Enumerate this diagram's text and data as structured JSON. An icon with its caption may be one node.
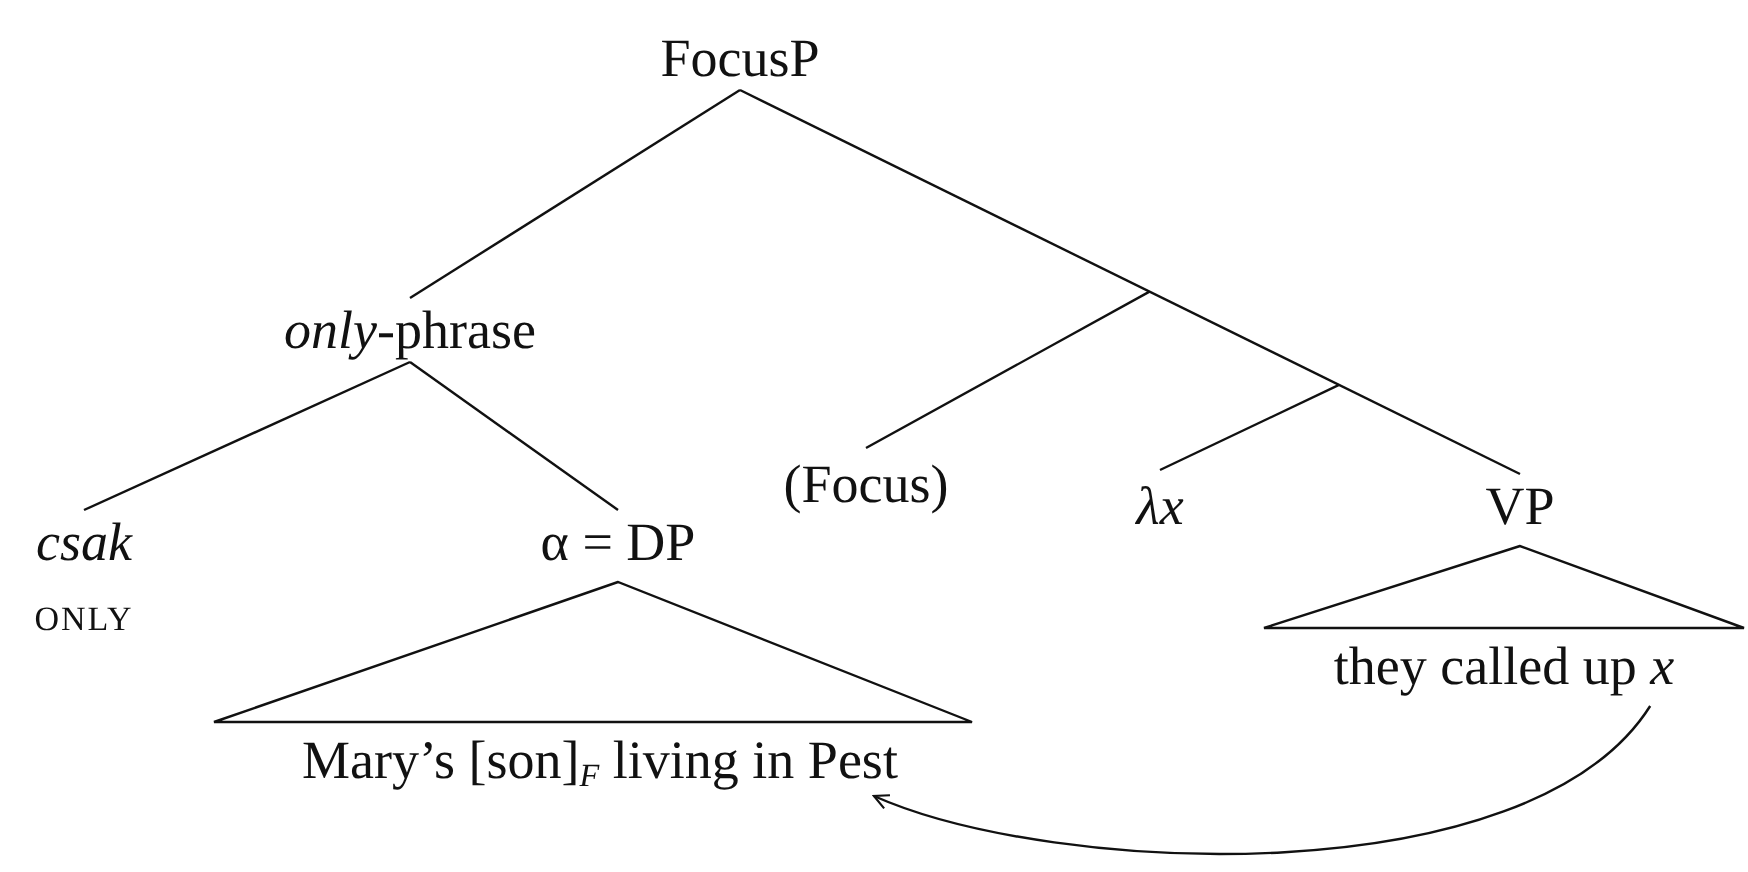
{
  "diagram": {
    "nodes": [
      {
        "text": [
          "FocusP"
        ]
      },
      {
        "text": [
          "*only*-phrase"
        ]
      },
      {
        "text": [
          "csak",
          "ONLY"
        ]
      },
      {
        "text": [
          "α = DP"
        ]
      },
      {
        "text": [
          "Mary’s [son]$_{F}$ living in Pest"
        ]
      },
      {
        "text": [
          "(Focus)"
        ]
      },
      {
        "text": [
          "λx"
        ]
      },
      {
        "text": [
          "VP"
        ]
      },
      {
        "text": [
          "they called up *x*"
        ]
      }
    ],
    "edges": [
      {
        "from": 0,
        "to": 1,
        "arrow": "none"
      },
      {
        "from": 0,
        "to": 7,
        "arrow": "none"
      },
      {
        "from": 1,
        "to": 2,
        "arrow": "none"
      },
      {
        "from": 1,
        "to": 3,
        "arrow": "none"
      },
      {
        "from": null,
        "to": 5,
        "arrow": "none"
      },
      {
        "from": null,
        "to": 6,
        "arrow": "none"
      },
      {
        "from": 3,
        "to": 4,
        "arrow": "none"
      },
      {
        "from": 7,
        "to": 8,
        "arrow": "none"
      },
      {
        "from": 8,
        "to": 4,
        "arrow": "to"
      }
    ]
  }
}
